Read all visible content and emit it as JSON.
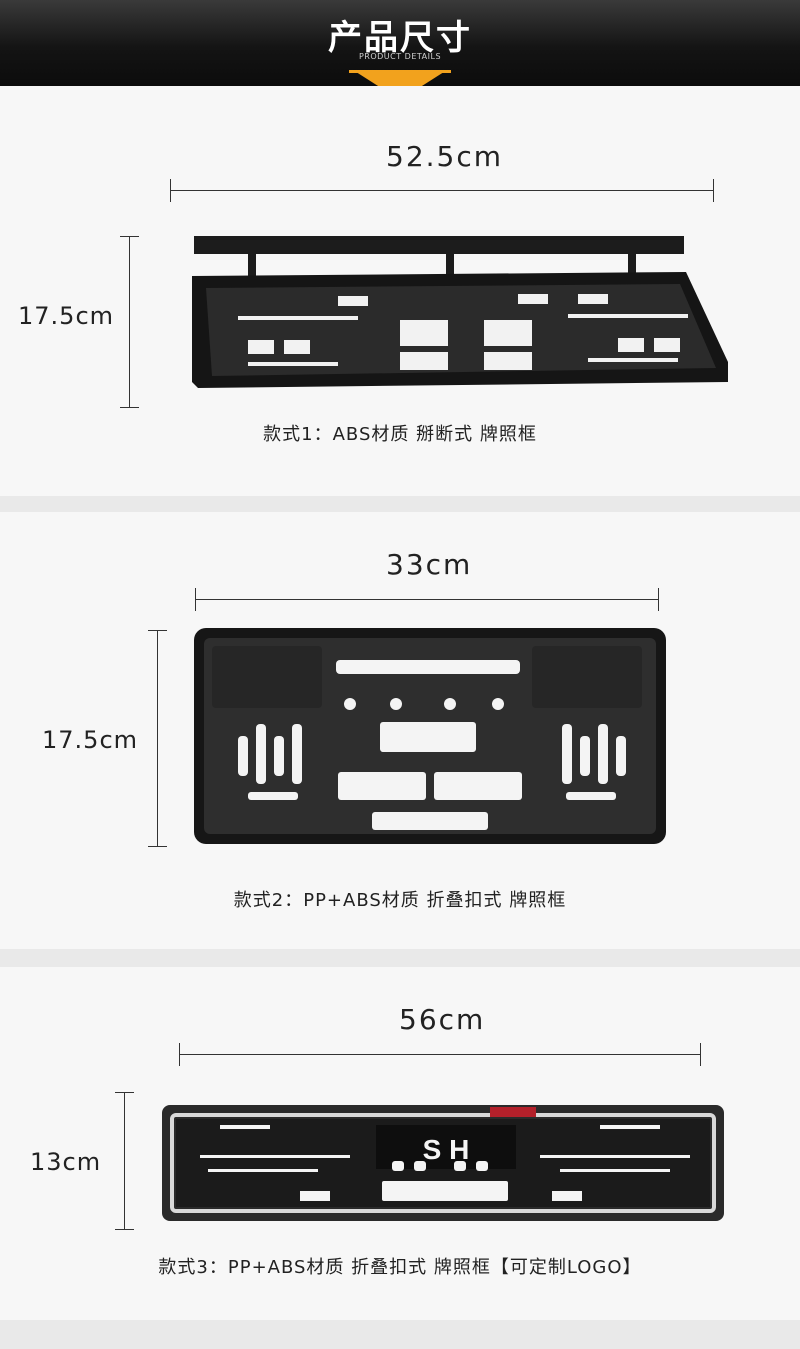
{
  "header": {
    "title": "产品尺寸",
    "subtitle": "PRODUCT DETAILS",
    "accent_color": "#f2a21d"
  },
  "products": [
    {
      "width_label": "52.5cm",
      "height_label": "17.5cm",
      "caption": "款式1：ABS材质 掰断式 牌照框"
    },
    {
      "width_label": "33cm",
      "height_label": "17.5cm",
      "caption": "款式2：PP+ABS材质 折叠扣式 牌照框"
    },
    {
      "width_label": "56cm",
      "height_label": "13cm",
      "caption": "款式3：PP+ABS材质 折叠扣式 牌照框【可定制LOGO】",
      "plate_text": "S H"
    }
  ]
}
